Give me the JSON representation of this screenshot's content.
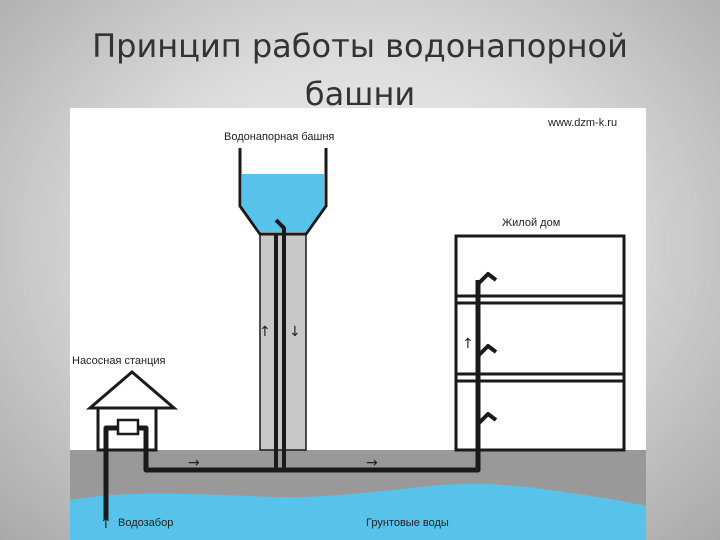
{
  "slide": {
    "title_line1": "Принцип работы водонапорной",
    "title_line2": "башни"
  },
  "diagram": {
    "source": "www.dzm-k.ru",
    "labels": {
      "tower": "Водонапорная башня",
      "house": "Жилой дом",
      "pump_station": "Насосная станция",
      "intake": "Водозабор",
      "groundwater": "Грунтовые воды"
    },
    "flow_arrows": {
      "pipe": "→",
      "up": "↑",
      "down": "↓"
    }
  },
  "colors": {
    "water": "#58c3ea",
    "ground": "#999999",
    "pipe": "#1a1a1a",
    "tower_column": "#c8c8c8"
  }
}
